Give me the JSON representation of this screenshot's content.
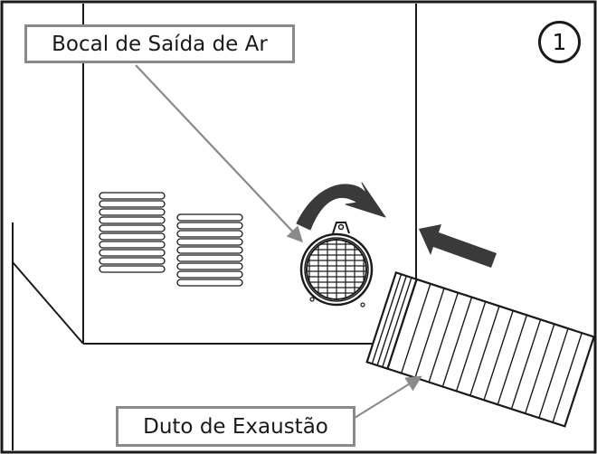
{
  "step_number": "1",
  "labels": {
    "air_outlet": "Bocal de Saída de Ar",
    "exhaust_duct": "Duto de Exaustão"
  },
  "colors": {
    "line": "#1a1a1a",
    "callout_border": "#8a8a8a",
    "arrow_fill": "#3a3a3a",
    "pointer": "#8a8a8a"
  }
}
